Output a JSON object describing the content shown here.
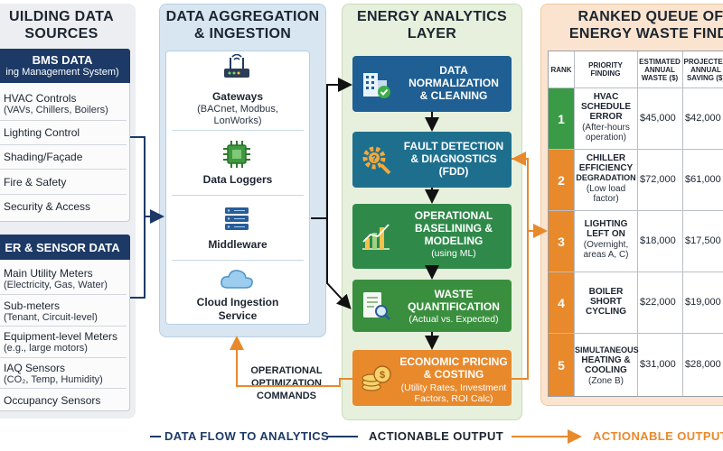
{
  "columns": {
    "sources": {
      "title_line1": "UILDING DATA",
      "title_line2": "SOURCES"
    },
    "aggregation": {
      "title_line1": "DATA AGGREGATION",
      "title_line2": "& INGESTION"
    },
    "analytics": {
      "title_line1": "ENERGY ANALYTICS",
      "title_line2": "LAYER"
    },
    "ranked": {
      "title_line1": "RANKED QUEUE OF",
      "title_line2": "ENERGY WASTE FINDI"
    }
  },
  "bms": {
    "title": "BMS DATA",
    "subtitle": "ing Management System)",
    "items": [
      {
        "label": "HVAC Controls",
        "detail": "(VAVs, Chillers, Boilers)"
      },
      {
        "label": "Lighting Control",
        "detail": ""
      },
      {
        "label": "Shading/Façade",
        "detail": ""
      },
      {
        "label": "Fire & Safety",
        "detail": ""
      },
      {
        "label": "Security & Access",
        "detail": ""
      }
    ]
  },
  "meter": {
    "title": "ER & SENSOR DATA",
    "items": [
      {
        "label": "Main Utility Meters",
        "detail": "(Electricity, Gas, Water)"
      },
      {
        "label": "Sub-meters",
        "detail": "(Tenant, Circuit-level)"
      },
      {
        "label": "Equipment-level Meters",
        "detail": "(e.g., large motors)"
      },
      {
        "label": "IAQ Sensors",
        "detail": "(CO₂, Temp, Humidity)"
      },
      {
        "label": "Occupancy Sensors",
        "detail": ""
      }
    ]
  },
  "aggregation": {
    "items": [
      {
        "label": "Gateways",
        "detail1": "(BACnet, Modbus,",
        "detail2": "LonWorks)",
        "icon": "router-icon"
      },
      {
        "label": "Data Loggers",
        "detail1": "",
        "detail2": "",
        "icon": "chip-icon"
      },
      {
        "label": "Middleware",
        "detail1": "",
        "detail2": "",
        "icon": "server-stack-icon"
      },
      {
        "label": "Cloud Ingestion",
        "detail1": "Service",
        "detail2": "",
        "icon": "cloud-icon"
      }
    ]
  },
  "analytics": {
    "steps": [
      {
        "line1": "DATA",
        "line2": "NORMALIZATION",
        "line3": "& CLEANING",
        "sub": "",
        "icon": "building-check-icon",
        "color": "#1f5f93"
      },
      {
        "line1": "FAULT DETECTION",
        "line2": "& DIAGNOSTICS",
        "line3": "(FDD)",
        "sub": "",
        "icon": "gear-search-icon",
        "color": "#1e6f8e"
      },
      {
        "line1": "OPERATIONAL",
        "line2": "BASELINING &",
        "line3": "MODELING",
        "sub": "(using ML)",
        "icon": "chart-icon",
        "color": "#2f8a4a"
      },
      {
        "line1": "WASTE",
        "line2": "QUANTIFICATION",
        "line3": "",
        "sub": "(Actual vs. Expected)",
        "icon": "report-magnify-icon",
        "color": "#3a8f3f"
      },
      {
        "line1": "ECONOMIC PRICING",
        "line2": "& COSTING",
        "line3": "",
        "sub": "(Utility Rates, Investment",
        "sub2": "Factors, ROI Calc)",
        "icon": "coins-icon",
        "color": "#e8892c"
      }
    ]
  },
  "feedback": {
    "line1": "OPERATIONAL",
    "line2": "OPTIMIZATION",
    "line3": "COMMANDS"
  },
  "table": {
    "headers": {
      "rank": "RANK",
      "finding1": "PRIORITY",
      "finding2": "FINDING",
      "waste1": "ESTIMATED",
      "waste2": "ANNUAL",
      "waste3": "WASTE ($)",
      "saving1": "PROJECTED",
      "saving2": "ANNUAL",
      "saving3": "SAVING ($)"
    },
    "rows": [
      {
        "rank": "1",
        "t1": "HVAC",
        "t2": "SCHEDULE",
        "t3": "ERROR",
        "n1": "(After-hours",
        "n2": "operation)",
        "waste": "$45,000",
        "saving": "$42,000",
        "color": "#3a9a45"
      },
      {
        "rank": "2",
        "t1": "CHILLER",
        "t2": "EFFICIENCY",
        "t3": "DEGRADATION",
        "n1": "(Low load",
        "n2": "factor)",
        "waste": "$72,000",
        "saving": "$61,000",
        "color": "#e8892c"
      },
      {
        "rank": "3",
        "t1": "LIGHTING",
        "t2": "LEFT ON",
        "t3": "",
        "n1": "(Overnight,",
        "n2": "areas A, C)",
        "waste": "$18,000",
        "saving": "$17,500",
        "color": "#e8892c"
      },
      {
        "rank": "4",
        "t1": "BOILER",
        "t2": "SHORT",
        "t3": "CYCLING",
        "n1": "",
        "n2": "",
        "waste": "$22,000",
        "saving": "$19,000",
        "color": "#e8892c"
      },
      {
        "rank": "5",
        "t1": "SIMULTANEOUS",
        "t2": "HEATING &",
        "t3": "COOLING",
        "n1": "(Zone B)",
        "n2": "",
        "waste": "$31,000",
        "saving": "$28,000",
        "color": "#e8892c"
      }
    ]
  },
  "bottom": {
    "flow": "DATA FLOW TO ANALYTICS",
    "actionable": "ACTIONABLE OUTPUT",
    "actionable2": "ACTIONABLE OUTPUT"
  },
  "colors": {
    "navy": "#1d3a66",
    "orange": "#e8892c",
    "green": "#3a9a45",
    "teal": "#1e6f8e"
  }
}
